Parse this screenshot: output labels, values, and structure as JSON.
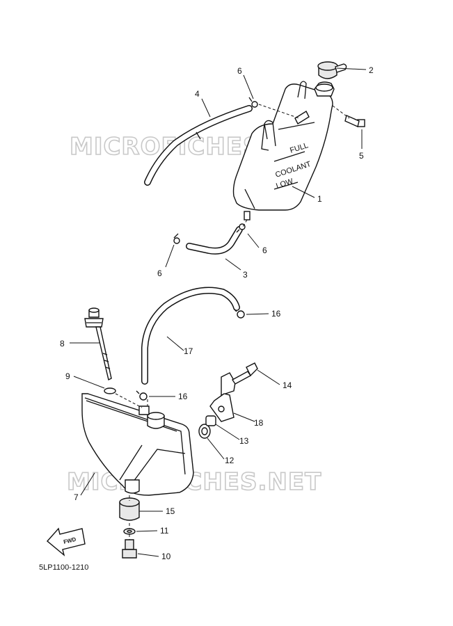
{
  "watermark": "MICROFICHES.NET",
  "tank_markings": {
    "full": "FULL",
    "coolant": "COOLANT",
    "low": "LOW"
  },
  "direction_label": "FWD",
  "diagram_code": "5LP1100-1210",
  "callouts": {
    "c1": "1",
    "c2": "2",
    "c3": "3",
    "c4": "4",
    "c5": "5",
    "c6a": "6",
    "c6b": "6",
    "c6c": "6",
    "c7": "7",
    "c8": "8",
    "c9": "9",
    "c10": "10",
    "c11": "11",
    "c12": "12",
    "c13": "13",
    "c14": "14",
    "c15": "15",
    "c16a": "16",
    "c16b": "16",
    "c17": "17",
    "c18": "18"
  }
}
